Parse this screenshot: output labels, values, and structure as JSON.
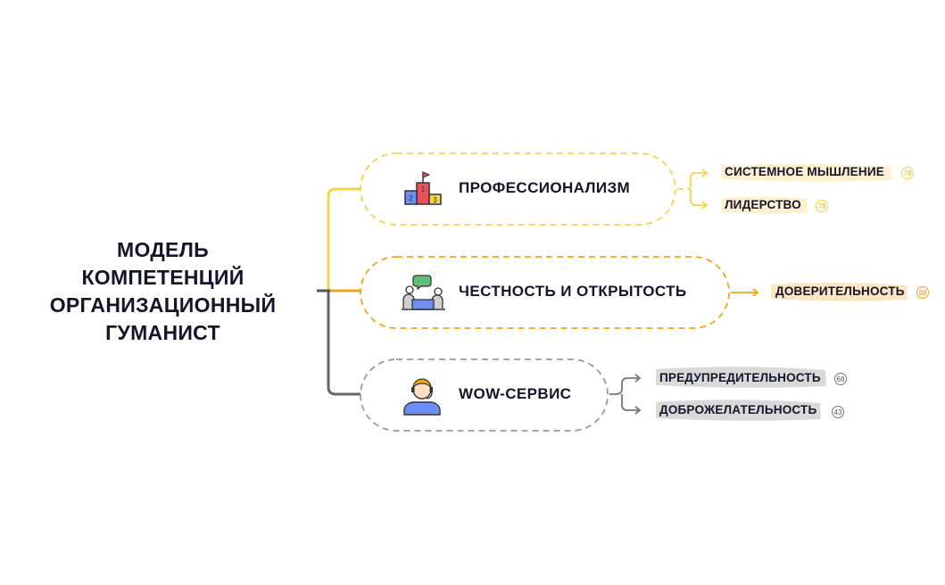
{
  "root": {
    "title_lines": [
      "МОДЕЛЬ",
      "КОМПЕТЕНЦИЙ",
      "ОРГАНИЗАЦИОННЫЙ",
      "ГУМАНИСТ"
    ]
  },
  "colors": {
    "yellow": "#f5d547",
    "orange": "#f2a516",
    "gray": "#9a9a9a",
    "dark_gray": "#666666",
    "yellow_highlight": "#fdf1cf",
    "orange_highlight": "#fde6c2",
    "gray_highlight": "#d9d9d9"
  },
  "branches": [
    {
      "label": "ПРОФЕССИОНАЛИЗМ",
      "icon": "podium-icon",
      "podium_numbers": [
        "2",
        "1",
        "3"
      ],
      "leaves": [
        {
          "label": "СИСТЕМНОЕ МЫШЛЕНИЕ",
          "count": "78"
        },
        {
          "label": "ЛИДЕРСТВО",
          "count": "78"
        }
      ]
    },
    {
      "label": "ЧЕСТНОСТЬ И ОТКРЫТОСТЬ",
      "icon": "conversation-icon",
      "leaves": [
        {
          "label": "ДОВЕРИТЕЛЬНОСТЬ",
          "count": "38"
        }
      ]
    },
    {
      "label": "WOW-СЕРВИС",
      "icon": "support-agent-icon",
      "leaves": [
        {
          "label": "ПРЕДУПРЕДИТЕЛЬНОСТЬ",
          "count": "68"
        },
        {
          "label": "ДОБРОЖЕЛАТЕЛЬНОСТЬ",
          "count": "43"
        }
      ]
    }
  ]
}
